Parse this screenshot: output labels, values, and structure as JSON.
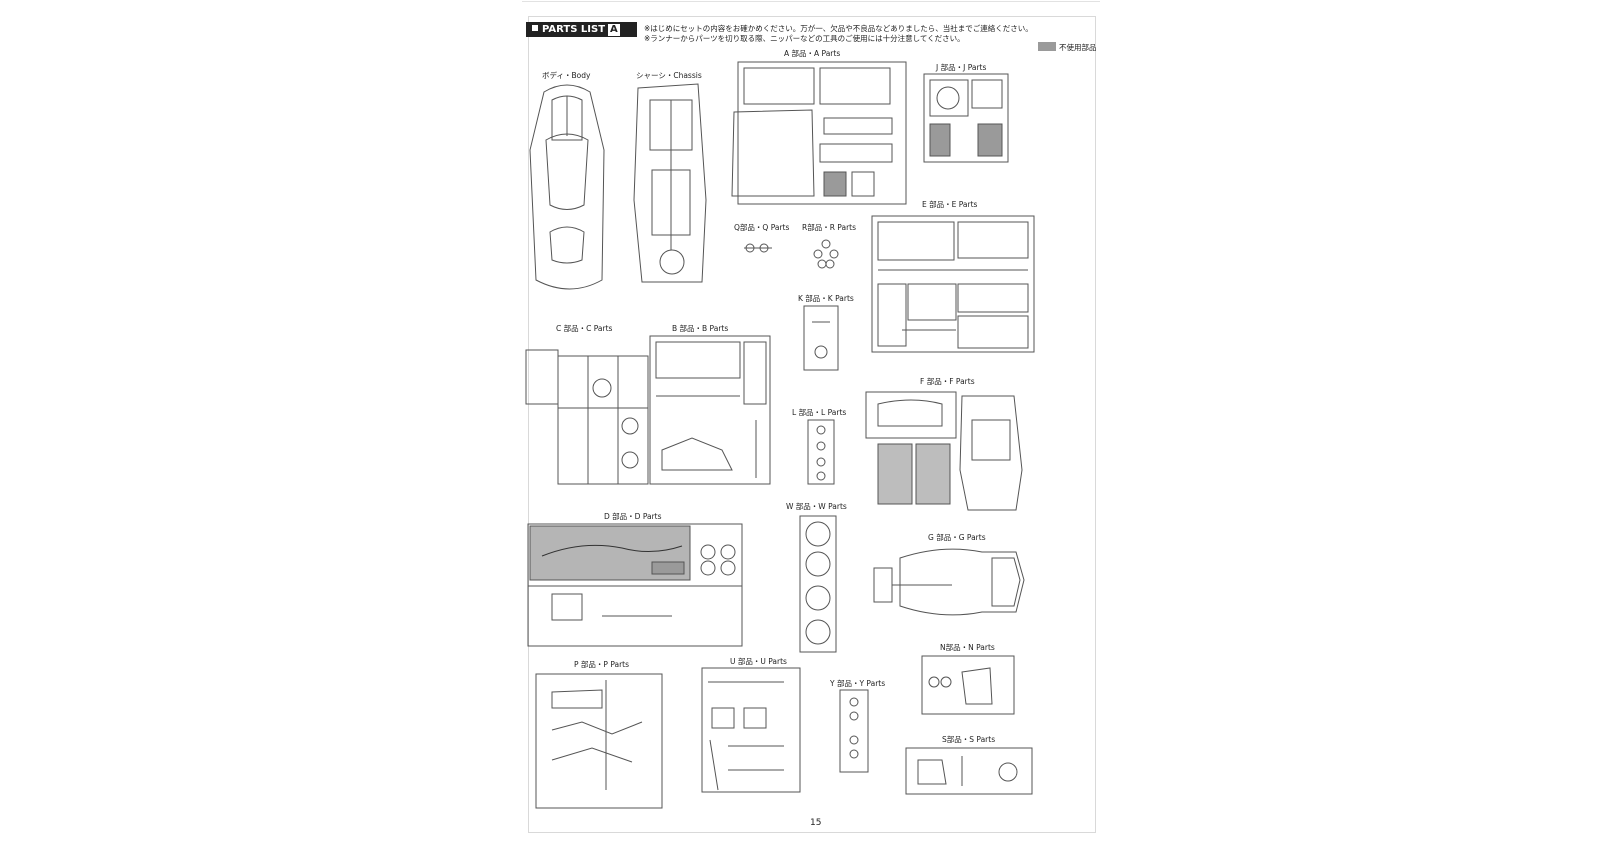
{
  "header": {
    "title": "PARTS LIST",
    "letter": "A",
    "note1": "※はじめにセットの内容をお確かめください。万が一、欠品や不良品などありましたら、当社までご連絡ください。",
    "note2": "※ランナーからパーツを切り取る際、ニッパーなどの工具のご使用には十分注意してください。",
    "legend": "不使用部品"
  },
  "labels": {
    "body": "ボディ・Body",
    "chassis": "シャーシ・Chassis",
    "a": "A 部品・A Parts",
    "j": "J 部品・J Parts",
    "q": "Q部品・Q Parts",
    "r": "R部品・R Parts",
    "e": "E 部品・E Parts",
    "k": "K 部品・K Parts",
    "c": "C 部品・C Parts",
    "b": "B 部品・B Parts",
    "l": "L 部品・L Parts",
    "f": "F 部品・F Parts",
    "d": "D 部品・D Parts",
    "w": "W 部品・W Parts",
    "g": "G 部品・G Parts",
    "n": "N部品・N Parts",
    "p": "P 部品・P Parts",
    "u": "U 部品・U Parts",
    "y": "Y 部品・Y Parts",
    "s": "S部品・S Parts"
  },
  "page_number": "15",
  "colors": {
    "unused": "#9a9a9a",
    "line": "#555555",
    "header_bg": "#222222"
  }
}
